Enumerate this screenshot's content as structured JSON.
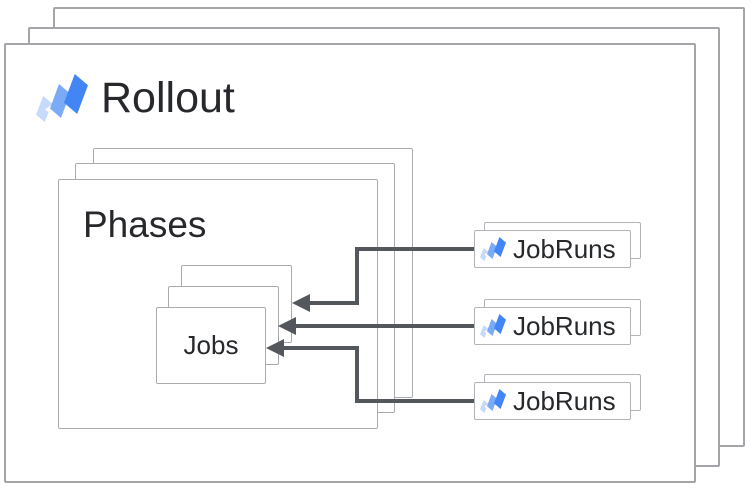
{
  "diagram": {
    "rollout": {
      "label": "Rollout",
      "stack_count": 3
    },
    "phases": {
      "label": "Phases",
      "stack_count": 3
    },
    "jobs": {
      "label": "Jobs",
      "stack_count": 3
    },
    "jobruns": [
      {
        "label": "JobRuns",
        "stack_count": 2
      },
      {
        "label": "JobRuns",
        "stack_count": 2
      },
      {
        "label": "JobRuns",
        "stack_count": 2
      }
    ],
    "connections": [
      {
        "from": "jobruns-0",
        "to": "jobs-layer-back"
      },
      {
        "from": "jobruns-1",
        "to": "jobs-layer-middle"
      },
      {
        "from": "jobruns-2",
        "to": "jobs-layer-front"
      }
    ],
    "icon": "cloud-deploy-icon"
  },
  "colors": {
    "text": "#26282b",
    "arrow": "#54585c",
    "border_outer": "#a3a5a8",
    "border_inner": "#a9abae",
    "border_light": "#b3b4b7",
    "icon_dark": "#4285f4",
    "icon_medium": "#7baaf7",
    "icon_light": "#c6dbfc"
  }
}
